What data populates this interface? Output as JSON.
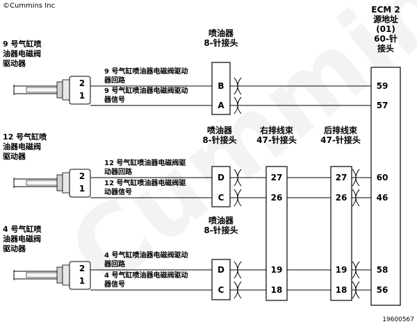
{
  "copyright": "©Cummins Inc",
  "watermark": "Cummins",
  "figure_id": "19600567",
  "ecm": {
    "title_lines": [
      "ECM 2",
      "源地址",
      "(01)",
      "60-针",
      "接头"
    ],
    "pins": [
      "59",
      "57",
      "60",
      "46",
      "58",
      "56"
    ]
  },
  "headers": {
    "injector_connector": [
      "喷油器",
      "8-针接头"
    ],
    "right_harness": [
      "右排线束",
      "47-针接头"
    ],
    "rear_harness": [
      "后排线束",
      "47-针接头"
    ]
  },
  "cylinders": [
    {
      "driver_label": [
        "9 号气缸喷",
        "油器电磁阀",
        "驱动器"
      ],
      "circuit_labels": [
        [
          "9 号气缸喷油器电磁阀驱动",
          "器回路"
        ],
        [
          "9 号气缸喷油器电磁阀驱动",
          "器信号"
        ]
      ],
      "driver_pins": [
        "2",
        "1"
      ],
      "injector_pins": [
        "B",
        "A"
      ],
      "ecm_pins": [
        "59",
        "57"
      ]
    },
    {
      "driver_label": [
        "12 号气缸喷",
        "油器电磁阀",
        "驱动器"
      ],
      "circuit_labels": [
        [
          "12 号气缸喷油器电磁阀驱",
          "动器回路"
        ],
        [
          "12 号气缸喷油器电磁阀驱",
          "动器信号"
        ]
      ],
      "driver_pins": [
        "2",
        "1"
      ],
      "injector_pins": [
        "D",
        "C"
      ],
      "right_harness_pins": [
        "27",
        "26"
      ],
      "rear_harness_pins": [
        "27",
        "26"
      ],
      "ecm_pins": [
        "60",
        "46"
      ]
    },
    {
      "driver_label": [
        "4 号气缸喷",
        "油器电磁阀",
        "驱动器"
      ],
      "circuit_labels": [
        [
          "4 号气缸喷油器电磁阀驱动",
          "器回路"
        ],
        [
          "4 号气缸喷油器电磁阀驱动",
          "器信号"
        ]
      ],
      "driver_pins": [
        "2",
        "1"
      ],
      "injector_pins": [
        "D",
        "C"
      ],
      "right_harness_pins": [
        "19",
        "18"
      ],
      "rear_harness_pins": [
        "19",
        "18"
      ],
      "ecm_pins": [
        "58",
        "56"
      ]
    }
  ]
}
